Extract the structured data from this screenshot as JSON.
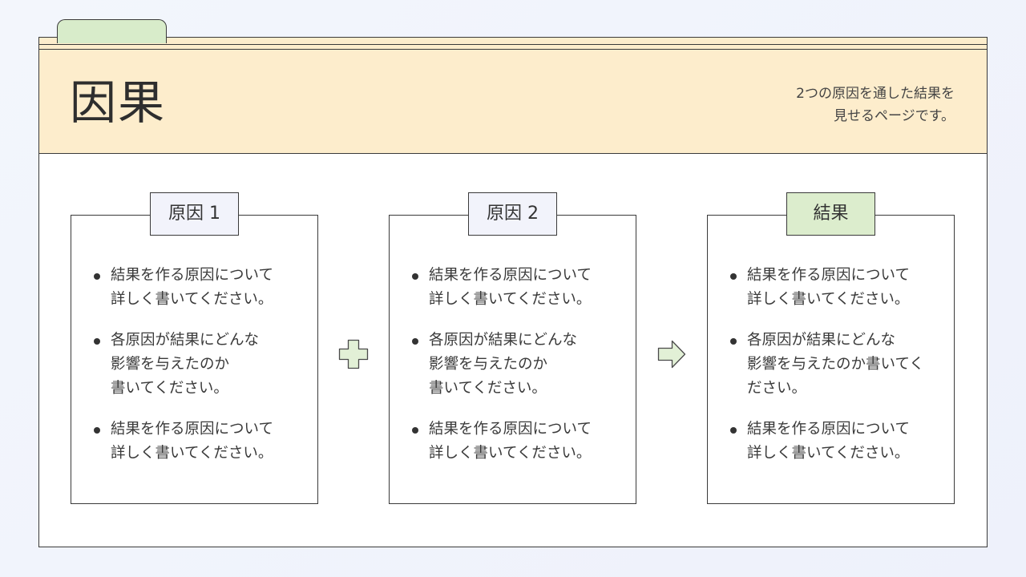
{
  "header": {
    "title": "因果",
    "subtitle_lines": [
      "2つの原因を通した結果を",
      "見せるページです。"
    ]
  },
  "cards": [
    {
      "label": "原因 1",
      "items": [
        "結果を作る原因について\n詳しく書いてください。",
        "各原因が結果にどんな\n影響を与えたのか\n書いてください。",
        "結果を作る原因について\n詳しく書いてください。"
      ]
    },
    {
      "label": "原因 2",
      "items": [
        "結果を作る原因について\n詳しく書いてください。",
        "各原因が結果にどんな\n影響を与えたのか\n書いてください。",
        "結果を作る原因について\n詳しく書いてください。"
      ]
    },
    {
      "label": "結果",
      "items": [
        "結果を作る原因について\n詳しく書いてください。",
        "各原因が結果にどんな\n影響を与えたのか書いてく\nださい。",
        "結果を作る原因について\n詳しく書いてください。"
      ]
    }
  ],
  "icons": {
    "plus": "plus-icon",
    "arrow": "arrow-right-icon"
  },
  "colors": {
    "header_band": "#fdedcc",
    "tab": "#d8ecca",
    "cause_label": "#f2f3fb",
    "result_label": "#dcedcd",
    "connector_fill": "#e2f0d6"
  }
}
